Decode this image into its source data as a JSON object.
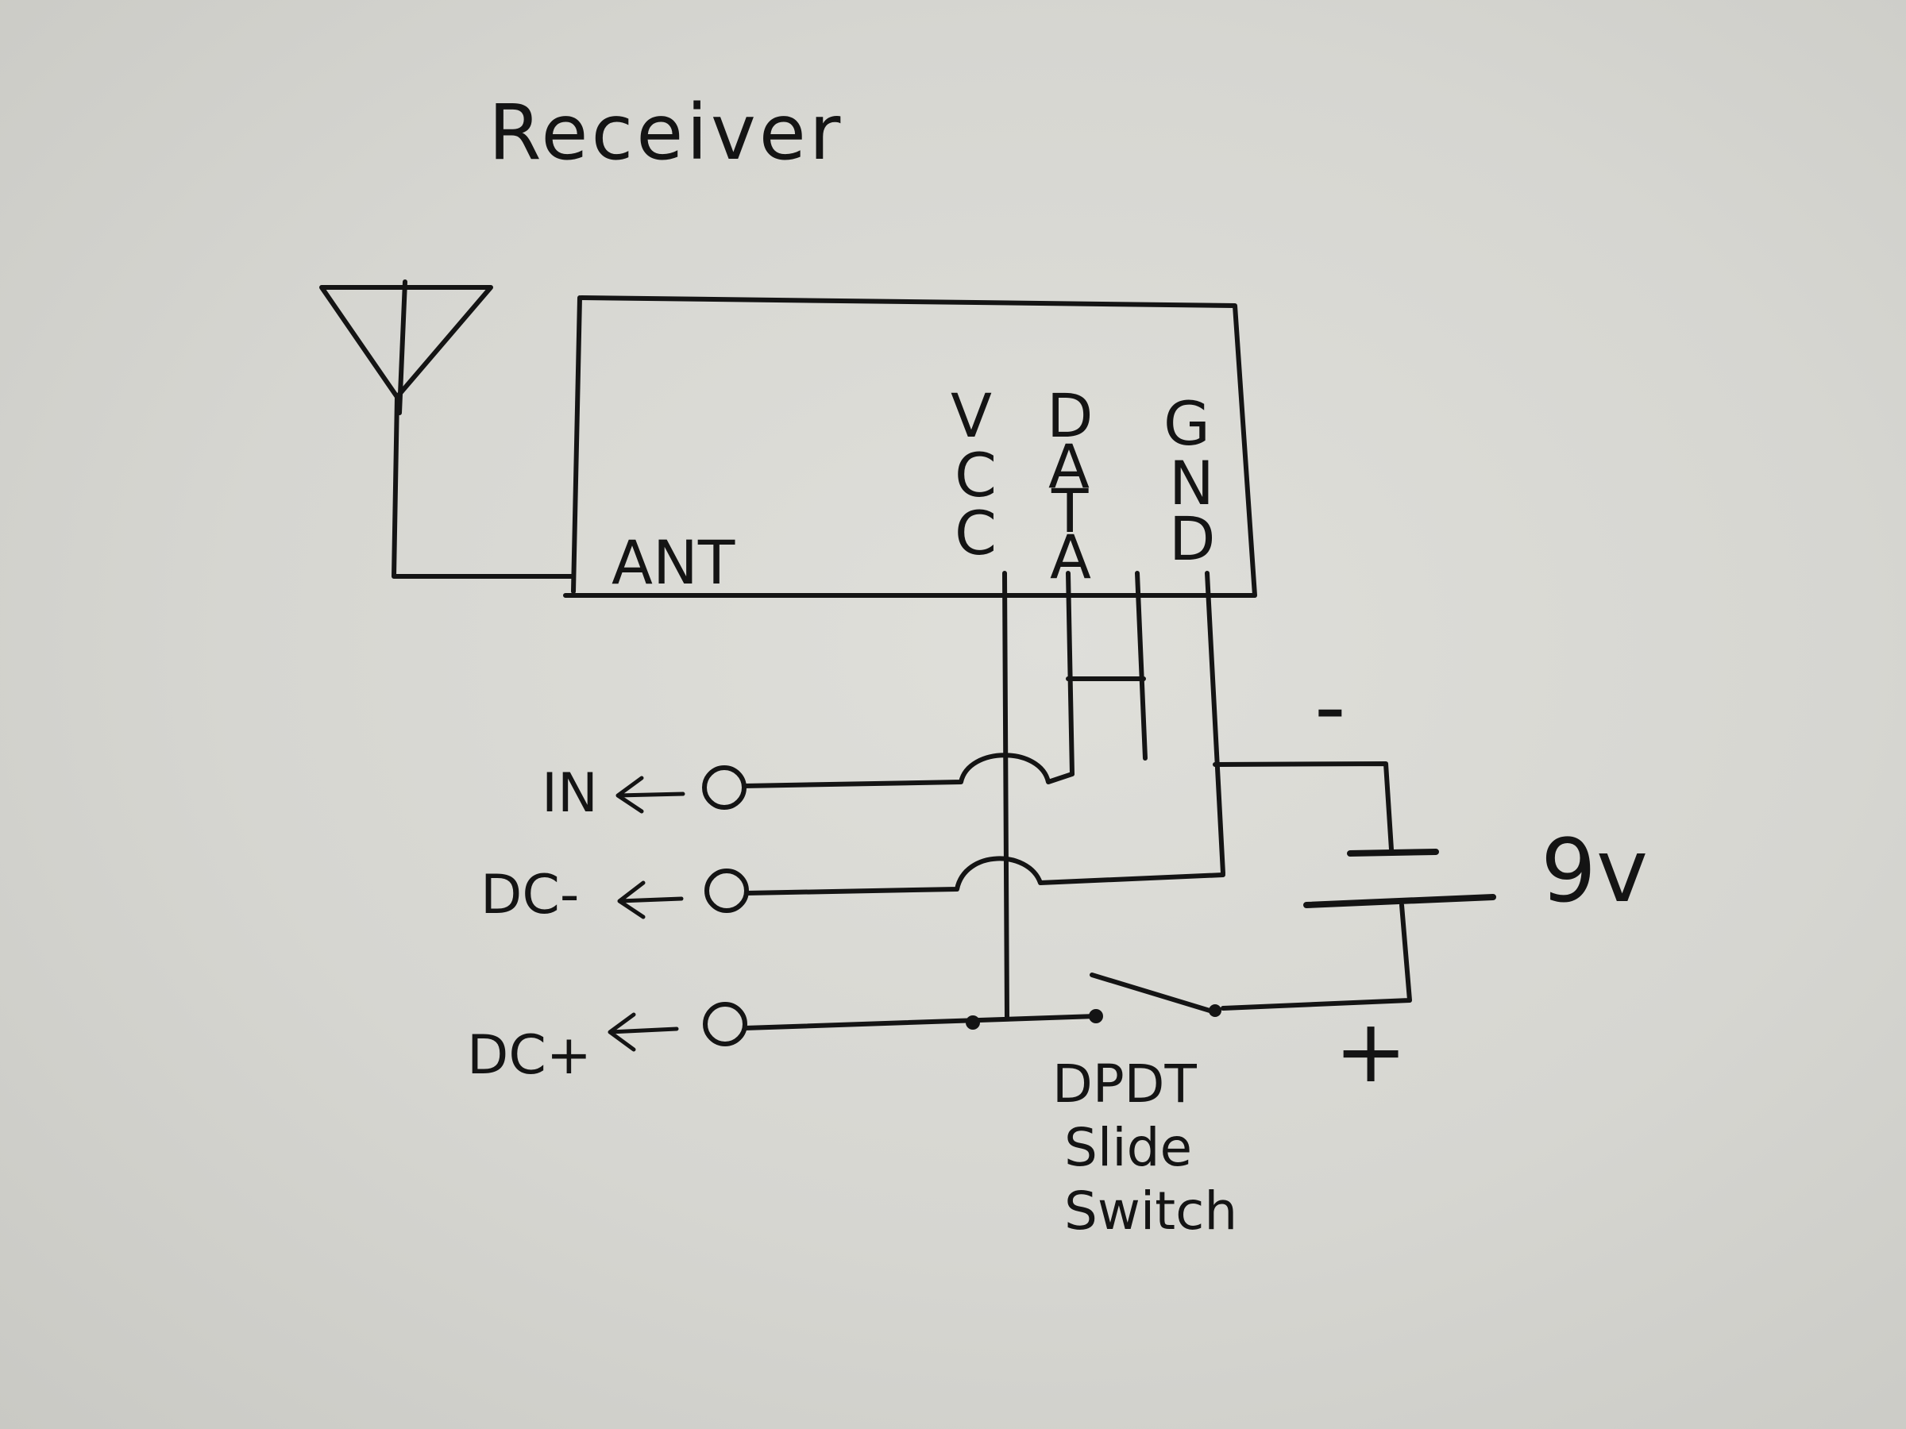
{
  "diagram": {
    "title": "Receiver",
    "module_pins": {
      "ant": "ANT",
      "vcc": [
        "V",
        "C",
        "C"
      ],
      "data": [
        "D",
        "A",
        "T",
        "A"
      ],
      "gnd": [
        "G",
        "N",
        "D"
      ]
    },
    "terminals": [
      {
        "label": "IN"
      },
      {
        "label": "DC-"
      },
      {
        "label": "DC+"
      }
    ],
    "battery": {
      "voltage": "9v",
      "minus": "-",
      "plus": "+"
    },
    "switch": {
      "lines": [
        "DPDT",
        "Slide",
        "Switch"
      ]
    }
  }
}
